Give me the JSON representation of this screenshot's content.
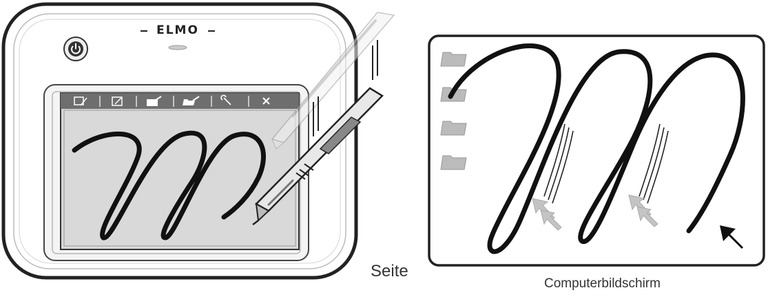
{
  "tablet": {
    "brand": "ELMO",
    "toolbar_icons": [
      "pen-tool-icon",
      "edit-icon",
      "sign-icon",
      "folder-icon",
      "wrench-icon",
      "close-icon"
    ]
  },
  "screen": {
    "folder_icons": [
      "folder-icon",
      "folder-icon",
      "folder-icon",
      "folder-icon"
    ]
  },
  "labels": {
    "tablet_side": "Seite",
    "screen_side": "Computerbildschirm"
  }
}
